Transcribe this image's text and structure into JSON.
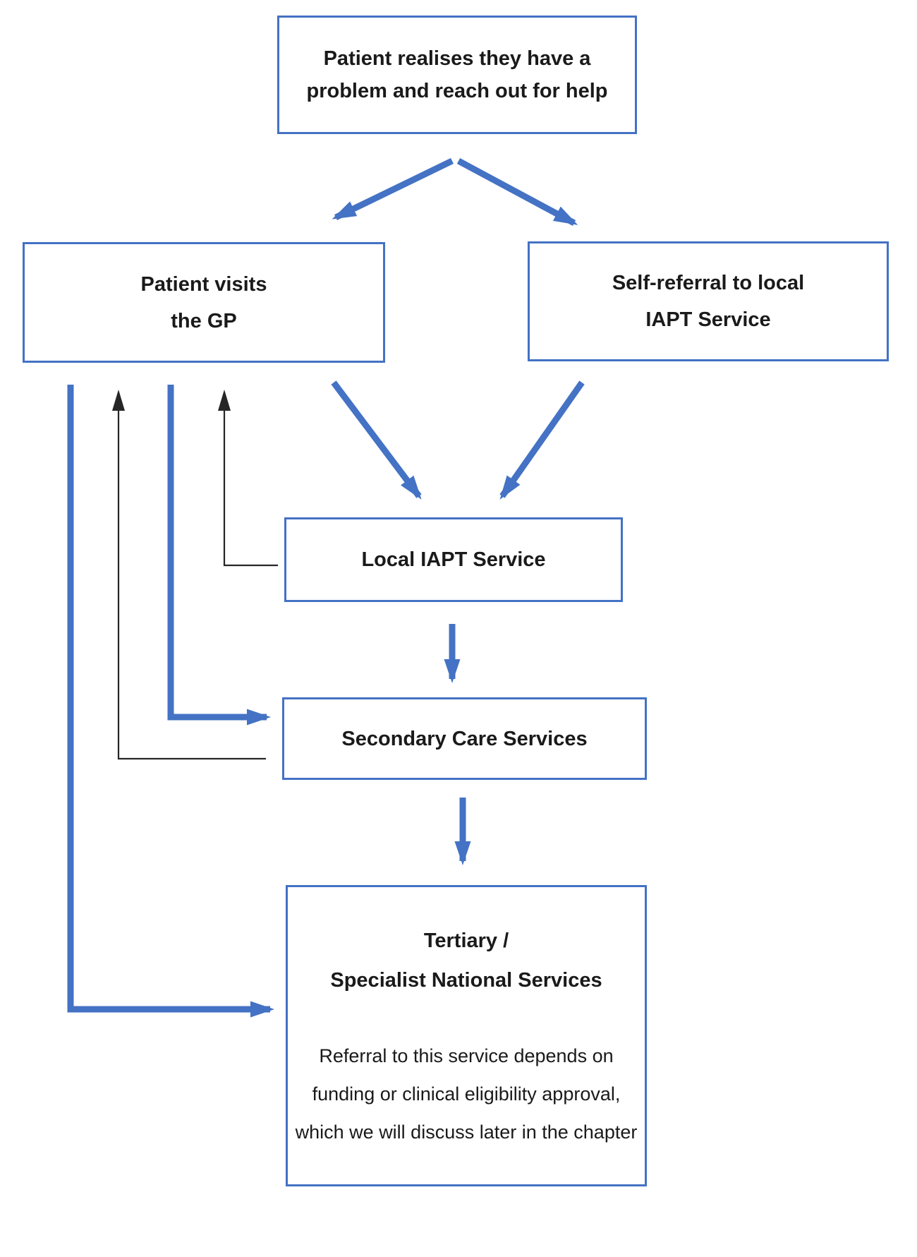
{
  "diagram": {
    "type": "flowchart",
    "background": "#ffffff",
    "colors": {
      "box_border": "#4472C4",
      "arrow_blue": "#4472C4",
      "arrow_black": "#262626",
      "text": "#1a1a1a"
    },
    "nodes": {
      "problem": {
        "lines": [
          "Patient realises they have a",
          "problem and reach out for help"
        ]
      },
      "gp": {
        "lines": [
          "Patient visits",
          "the GP"
        ]
      },
      "self_referral": {
        "lines": [
          "Self-referral to local",
          "IAPT Service"
        ]
      },
      "local_iapt": {
        "lines": [
          "Local IAPT Service"
        ]
      },
      "secondary": {
        "lines": [
          "Secondary Care Services"
        ]
      },
      "tertiary": {
        "heading_lines": [
          "Tertiary /",
          "Specialist National Services"
        ],
        "body_lines": [
          "Referral to this service depends on",
          "funding or clinical eligibility approval,",
          "which we will discuss later in the chapter"
        ]
      }
    },
    "edges": [
      {
        "from": "problem",
        "to": "gp",
        "style": "straight",
        "color": "blue"
      },
      {
        "from": "problem",
        "to": "self_referral",
        "style": "straight",
        "color": "blue"
      },
      {
        "from": "gp",
        "to": "local_iapt",
        "style": "straight",
        "color": "blue"
      },
      {
        "from": "self_referral",
        "to": "local_iapt",
        "style": "straight",
        "color": "blue"
      },
      {
        "from": "local_iapt",
        "to": "secondary",
        "style": "straight",
        "color": "blue"
      },
      {
        "from": "secondary",
        "to": "tertiary",
        "style": "straight",
        "color": "blue"
      },
      {
        "from": "gp",
        "to": "secondary",
        "style": "elbow",
        "color": "blue"
      },
      {
        "from": "gp",
        "to": "tertiary",
        "style": "elbow",
        "color": "blue"
      },
      {
        "from": "local_iapt",
        "to": "gp",
        "style": "elbow",
        "color": "black"
      },
      {
        "from": "secondary",
        "to": "gp",
        "style": "elbow",
        "color": "black"
      }
    ]
  }
}
